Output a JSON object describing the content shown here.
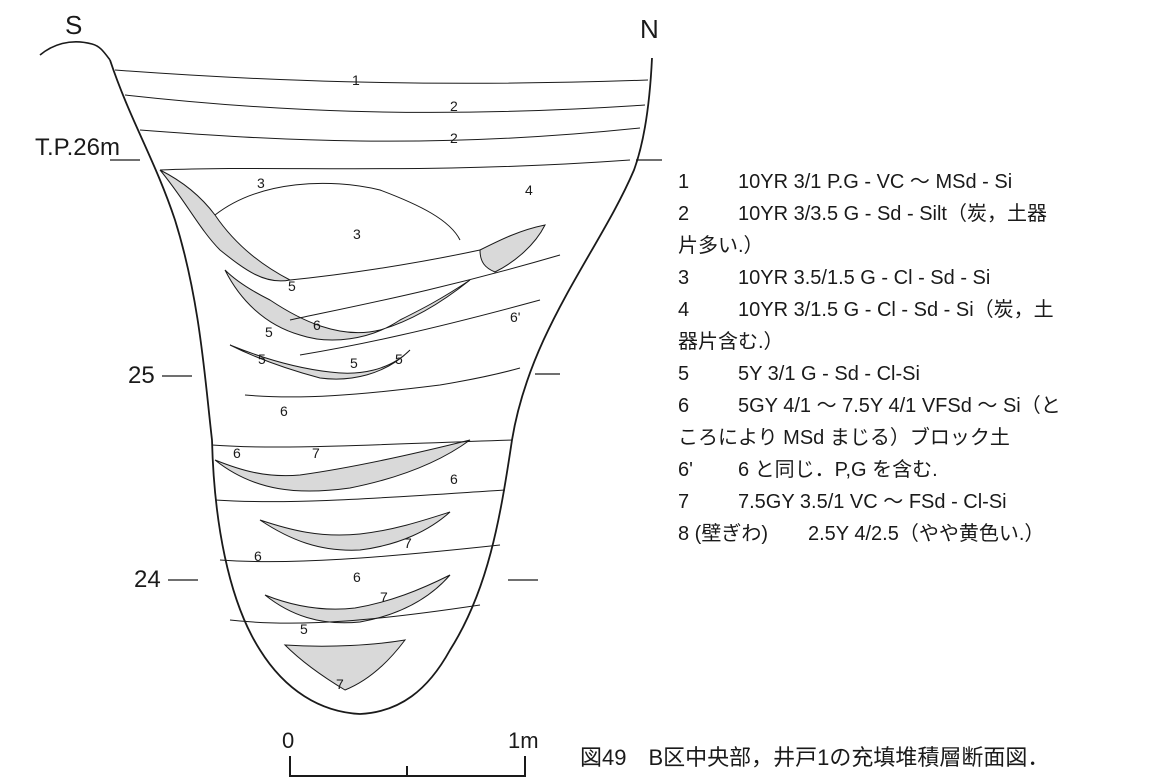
{
  "orientation": {
    "south": "S",
    "north": "N"
  },
  "elevations": {
    "top": "T.P.26m",
    "mid": "25",
    "low": "24"
  },
  "layer_labels": {
    "l1": "1",
    "l2a": "2",
    "l2b": "2",
    "l3a": "3",
    "l3b": "3",
    "l4": "4",
    "l5a": "5",
    "l5b": "5",
    "l5c": "5",
    "l5d": "5",
    "l5e": "5",
    "l6a": "6",
    "l6b": "6",
    "l6c": "6",
    "l6d": "6",
    "l6e": "6",
    "l6f": "6",
    "l6p": "6'",
    "l7a": "7",
    "l7b": "7",
    "l7c": "7",
    "l7d": "7"
  },
  "legend": [
    {
      "num": "1",
      "text": "10YR 3/1 P.G - VC ～ MSd - Si",
      "cont": ""
    },
    {
      "num": "2",
      "text": "10YR 3/3.5 G - Sd - Silt（炭，土器",
      "cont": "片多い.）"
    },
    {
      "num": "3",
      "text": "10YR 3.5/1.5 G - Cl - Sd - Si",
      "cont": ""
    },
    {
      "num": "4",
      "text": "10YR 3/1.5 G - Cl - Sd - Si（炭，土",
      "cont": "器片含む.）"
    },
    {
      "num": "5",
      "text": "5Y 3/1 G - Sd - Cl-Si",
      "cont": ""
    },
    {
      "num": "6",
      "text": "5GY 4/1 ～ 7.5Y 4/1 VFSd ～ Si（と",
      "cont": "ころにより MSd まじる）ブロック土"
    },
    {
      "num": "6'",
      "text": "6 と同じ．P,G を含む.",
      "cont": ""
    },
    {
      "num": "7",
      "text": "7.5GY 3.5/1 VC ～ FSd - Cl-Si",
      "cont": ""
    },
    {
      "num": "8 (壁ぎわ)",
      "text": "2.5Y 4/2.5（やや黄色い.）",
      "cont": ""
    }
  ],
  "scale": {
    "zero": "0",
    "one": "1m"
  },
  "caption": "図49　B区中央部，井戸1の充填堆積層断面図．",
  "colors": {
    "shaded_layer": "#d9d9d9",
    "line": "#1a1a1a",
    "background": "#ffffff"
  }
}
